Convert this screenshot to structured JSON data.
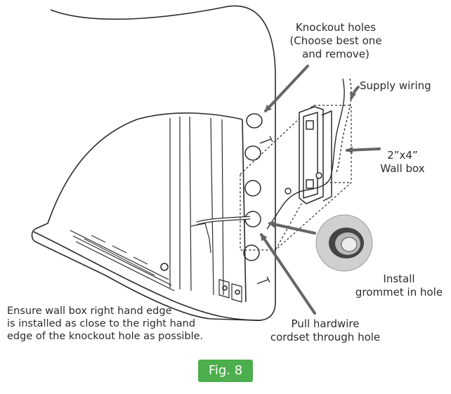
{
  "labels": {
    "knockout_holes": [
      "Knockout holes",
      "(Choose best one",
      "and remove)"
    ],
    "supply_wiring": "Supply wiring",
    "wall_box": [
      "2”x4”",
      "Wall box"
    ],
    "install_grommet": [
      "Install",
      "grommet in hole"
    ],
    "pull_hardwire": [
      "Pull hardwire",
      "cordset through hole"
    ],
    "ensure_note": [
      "Ensure wall box right hand edge",
      "is installed as close to the right hand",
      "edge of the knockout hole as possible."
    ]
  },
  "figure_badge": "Fig. 8",
  "colors": {
    "badge": "#4cae4c",
    "line": "#2b2b2b",
    "arrow": "#666666",
    "grommet_outer": "#d0d0d0"
  }
}
